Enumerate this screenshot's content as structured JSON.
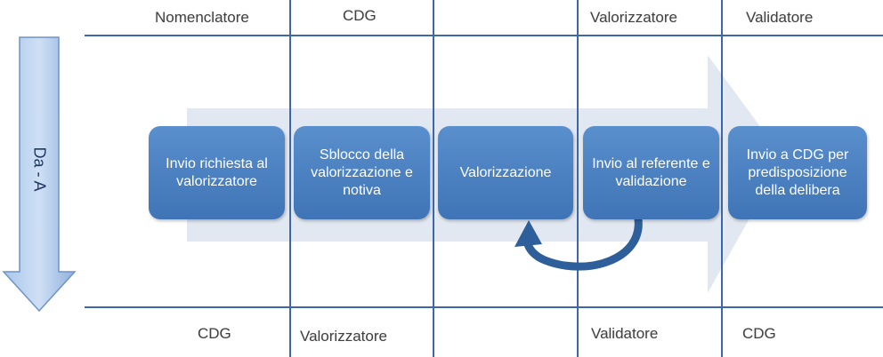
{
  "top_roles": [
    "Nomenclatore",
    "CDG",
    "",
    "Valorizzatore",
    "Validatore"
  ],
  "bottom_roles": [
    "CDG",
    "Valorizzatore",
    "",
    "Validatore",
    "CDG"
  ],
  "side_label": "Da - A",
  "steps": [
    "Invio richiesta al valorizzatore",
    "Sblocco della valorizzazione e notiva",
    "Valorizzazione",
    "Invio al referente e validazione",
    "Invio a CDG per predisposizione della delibera"
  ],
  "colors": {
    "box": "#4a80c1",
    "grid_line": "#3f67a8",
    "big_arrow": "#dbe3ef",
    "side_arrow": "#8fb4e3",
    "loop_arrow": "#2f5f9a"
  }
}
